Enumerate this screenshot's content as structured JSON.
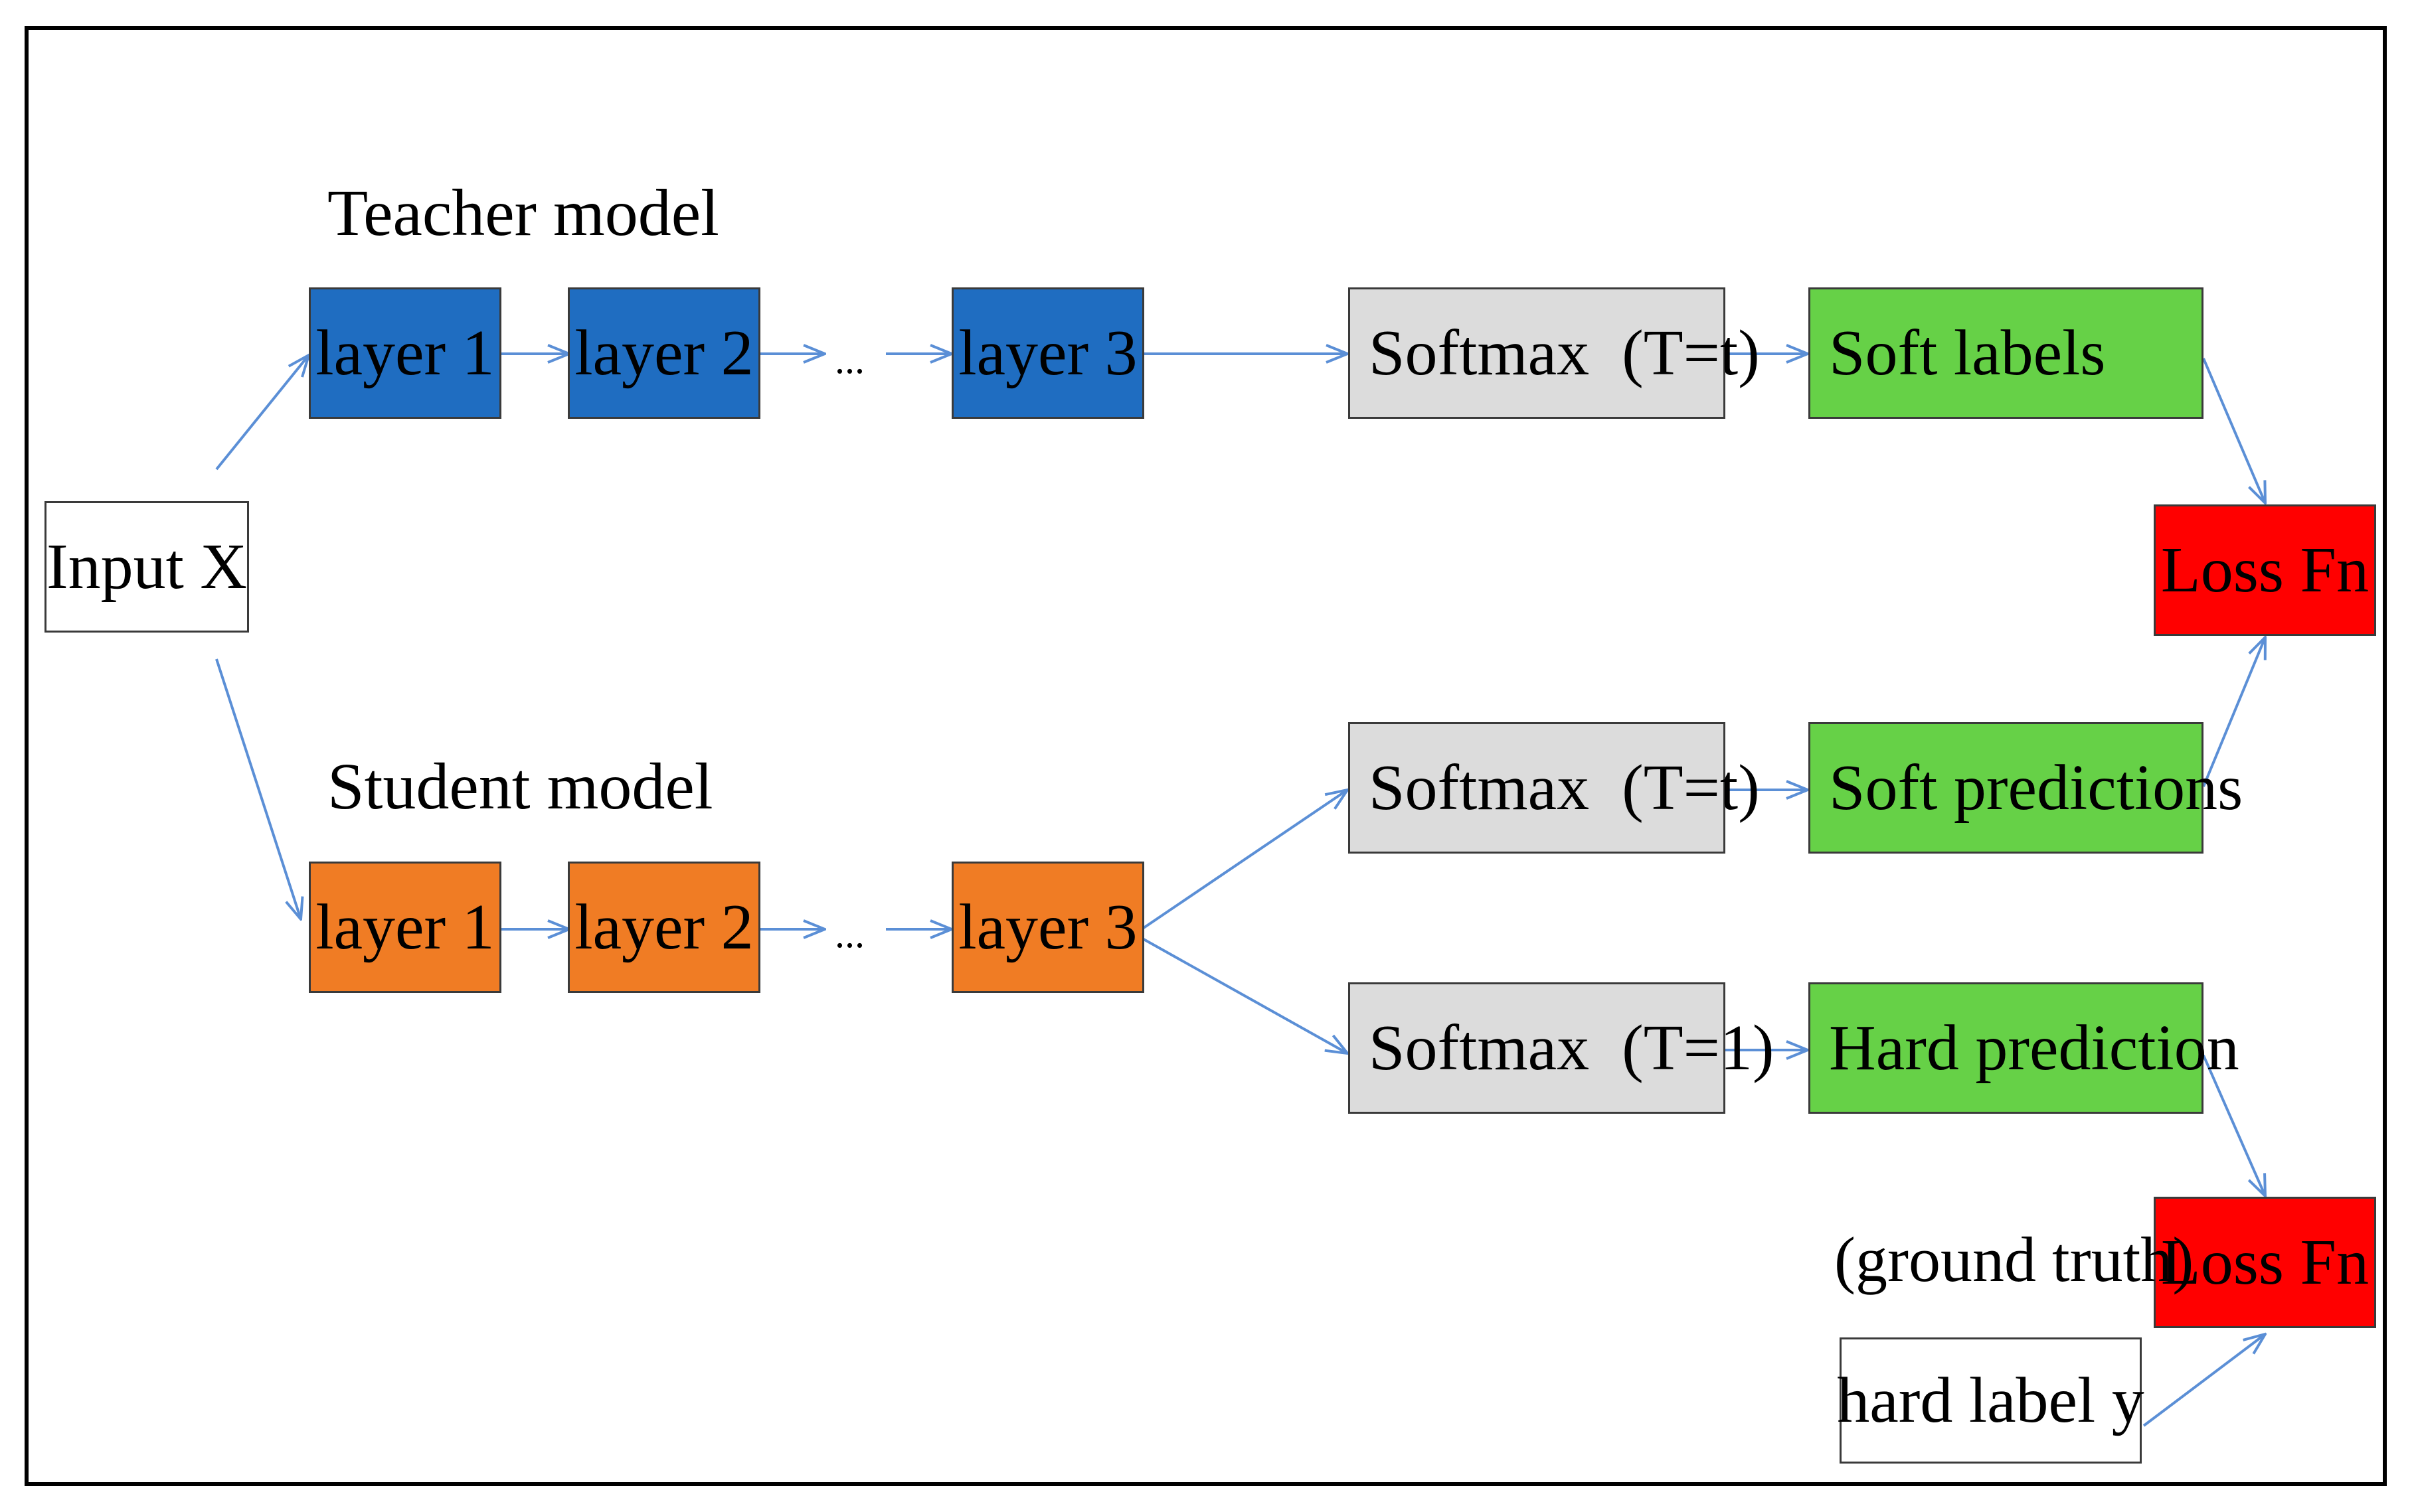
{
  "teacher": {
    "title": "Teacher model",
    "layers": [
      "layer 1",
      "layer 2",
      "layer 3"
    ],
    "ellipsis": "...",
    "softmax": "Softmax  (T=t)",
    "output": "Soft labels"
  },
  "student": {
    "title": "Student model",
    "layers": [
      "layer 1",
      "layer 2",
      "layer 3"
    ],
    "ellipsis": "...",
    "softmax_soft": "Softmax  (T=t)",
    "softmax_hard": "Softmax  (T=1)",
    "soft_output": "Soft predictions",
    "hard_output": "Hard prediction"
  },
  "input": "Input X",
  "loss_top": "Loss Fn",
  "loss_bottom": "Loss Fn",
  "ground_truth_note": "(ground truth)",
  "hard_label": "hard label y",
  "colors": {
    "teacher_layer": "#1f6dc1",
    "student_layer": "#f07c24",
    "softmax": "#dcdcdc",
    "output": "#66d147",
    "loss": "#ff0000",
    "arrow": "#5b8fd6"
  }
}
